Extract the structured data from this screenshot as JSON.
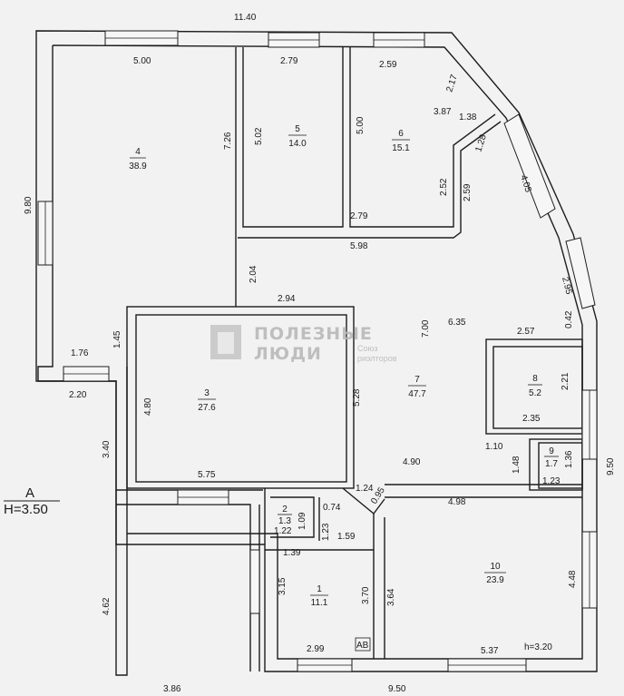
{
  "floor": {
    "letter": "А",
    "height_label": "Н=3.50"
  },
  "rooms": [
    {
      "id": "r4",
      "number": "4",
      "area": "38.9"
    },
    {
      "id": "r5",
      "number": "5",
      "area": "14.0"
    },
    {
      "id": "r6",
      "number": "6",
      "area": "15.1"
    },
    {
      "id": "r3",
      "number": "3",
      "area": "27.6"
    },
    {
      "id": "r7",
      "number": "7",
      "area": "47.7"
    },
    {
      "id": "r8",
      "number": "8",
      "area": "5.2"
    },
    {
      "id": "r9",
      "number": "9",
      "area": "1.7"
    },
    {
      "id": "r2",
      "number": "2",
      "area": "1.3"
    },
    {
      "id": "r1",
      "number": "1",
      "area": "11.1"
    },
    {
      "id": "r10",
      "number": "10",
      "area": "23.9"
    }
  ],
  "dimensions": {
    "top_total": "11.40",
    "d_500_top": "5.00",
    "d_279_top": "2.79",
    "d_259_top": "2.59",
    "d_217": "2.17",
    "d_387": "3.87",
    "d_138": "1.38",
    "d_128": "1.28",
    "d_405": "4.05",
    "d_726": "7.26",
    "d_502": "5.02",
    "d_500_r6": "5.00",
    "d_252": "2.52",
    "d_259_r6": "2.59",
    "d_279_bottom": "2.79",
    "d_598": "5.98",
    "d_980": "9.80",
    "d_204": "2.04",
    "d_294": "2.94",
    "d_295": "2.95",
    "d_042": "0.42",
    "d_700": "7.00",
    "d_635": "6.35",
    "d_257": "2.57",
    "d_145": "1.45",
    "d_176": "1.76",
    "d_220": "2.20",
    "d_480": "4.80",
    "d_528": "5.28",
    "d_221": "2.21",
    "d_235": "2.35",
    "d_110": "1.10",
    "d_148": "1.48",
    "d_136": "1.36",
    "d_123_r9": "1.23",
    "d_950_right": "9.50",
    "d_340": "3.40",
    "d_490": "4.90",
    "d_575": "5.75",
    "d_124": "1.24",
    "d_095": "0.95",
    "d_498": "4.98",
    "d_074": "0.74",
    "d_122": "1.22",
    "d_109": "1.09",
    "d_123_r2": "1.23",
    "d_139": "1.39",
    "d_159": "1.59",
    "d_315": "3.15",
    "d_370": "3.70",
    "d_364": "3.64",
    "d_448": "4.48",
    "d_462": "4.62",
    "d_299": "2.99",
    "d_537": "5.37",
    "h_320": "h=3.20",
    "d_386": "3.86",
    "d_950_bottom": "9.50"
  },
  "stair_label": "АВ",
  "watermark": {
    "line1": "ПОЛЕЗНЫЕ",
    "line2": "ЛЮДИ",
    "sub1": "Союз",
    "sub2": "риэлторов",
    "color": "#b9b9b9"
  },
  "colors": {
    "wall": "#1d1d1d",
    "background": "#f2f2f2"
  }
}
